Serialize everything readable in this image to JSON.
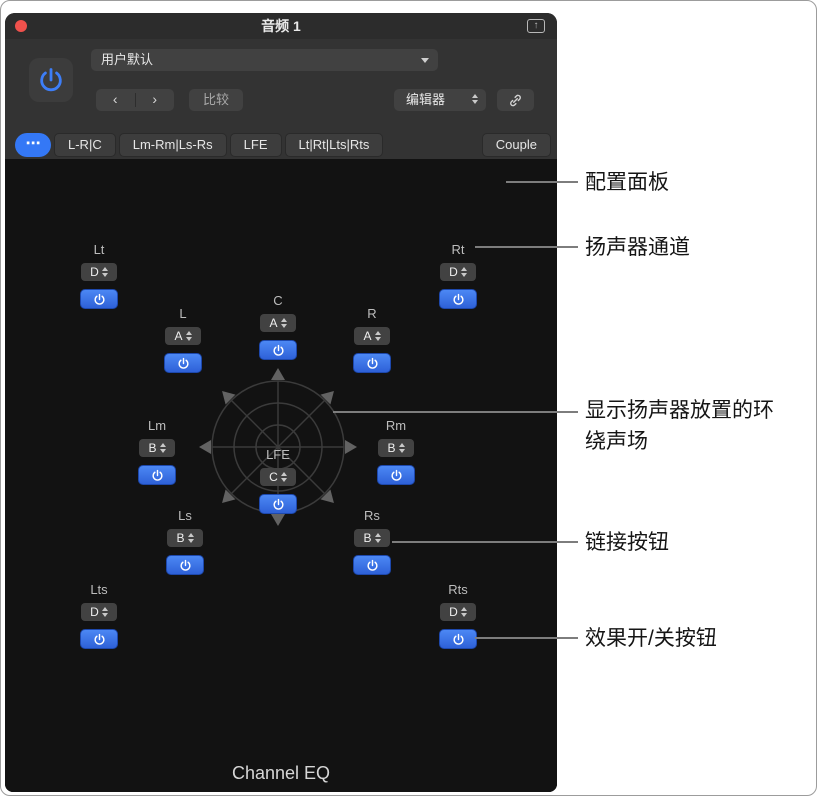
{
  "window": {
    "title": "音频 1",
    "preset_value": "用户默认",
    "compare_label": "比较",
    "editor_label": "编辑器",
    "couple_label": "Couple",
    "tabs": [
      "L-R|C",
      "Lm-Rm|Ls-Rs",
      "LFE",
      "Lt|Rt|Lts|Rts"
    ],
    "footer": "Channel EQ"
  },
  "icons": {
    "ellipsis": "⋯",
    "back": "‹",
    "forward": "›",
    "window_arrow": "↑"
  },
  "speakers": [
    {
      "label": "Lt",
      "group": "D"
    },
    {
      "label": "Rt",
      "group": "D"
    },
    {
      "label": "L",
      "group": "A"
    },
    {
      "label": "C",
      "group": "A"
    },
    {
      "label": "R",
      "group": "A"
    },
    {
      "label": "Lm",
      "group": "B"
    },
    {
      "label": "Rm",
      "group": "B"
    },
    {
      "label": "LFE",
      "group": "C"
    },
    {
      "label": "Ls",
      "group": "B"
    },
    {
      "label": "Rs",
      "group": "B"
    },
    {
      "label": "Lts",
      "group": "D"
    },
    {
      "label": "Rts",
      "group": "D"
    }
  ],
  "annotations": [
    {
      "text": "配置面板"
    },
    {
      "text": "扬声器通道"
    },
    {
      "text": "显示扬声器放置的环绕声场"
    },
    {
      "text": "链接按钮"
    },
    {
      "text": "效果开/关按钮"
    }
  ],
  "colors": {
    "accent_blue": "#3478f6",
    "power_button_blue": "#3a78ec",
    "close_red": "#f0514c"
  }
}
